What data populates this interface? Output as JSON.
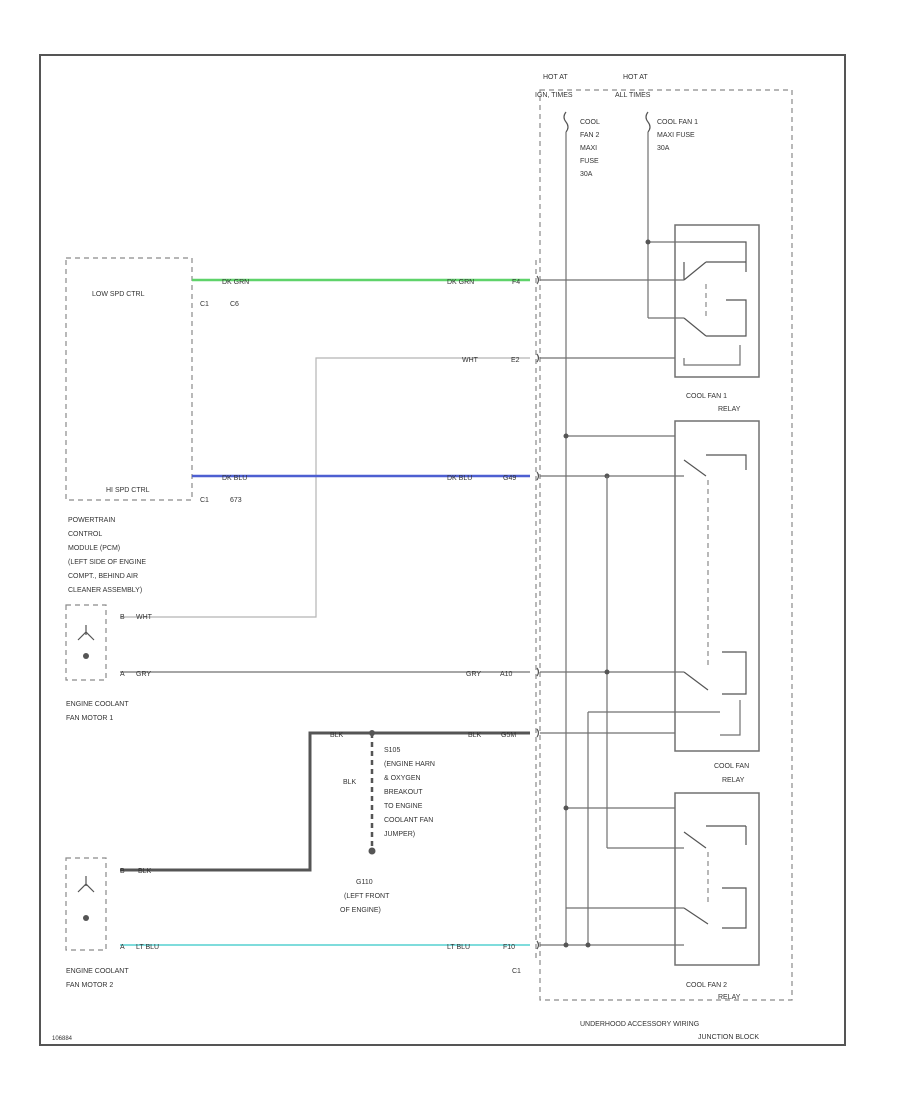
{
  "colors": {
    "wire_dk_grn": "#5fd36a",
    "wire_dk_blu": "#4d5fd1",
    "wire_lt_blu": "#7fdcdc",
    "wire_wht": "#b5b5b5",
    "wire_default": "#707070",
    "frame": "#555555"
  },
  "fuses": {
    "hot_ign_label": "HOT AT",
    "hot_ign_sub": "IGN, TIMES",
    "hot_all_label": "HOT AT",
    "hot_all_sub": "ALL TIMES",
    "fuse2": [
      "COOL",
      "FAN 2",
      "MAXI",
      "FUSE",
      "30A"
    ],
    "fuse1": [
      "COOL FAN 1",
      "MAXI FUSE",
      "30A"
    ]
  },
  "pcm": {
    "low_pin": "LOW SPD CTRL",
    "low_conn": "C1",
    "low_cav": "C6",
    "hi_pin": "HI SPD CTRL",
    "hi_conn": "C1",
    "hi_cav": "673",
    "caption": [
      "POWERTRAIN",
      "CONTROL",
      "MODULE (PCM)",
      "(LEFT SIDE OF ENGINE",
      "COMPT., BEHIND AIR",
      "CLEANER ASSEMBLY)"
    ]
  },
  "wires": {
    "dk_grn": "DK GRN",
    "dk_grn_right": "DK GRN",
    "dk_grn_right_circuit": "F4",
    "wht": "WHT",
    "wht_pin": "E2",
    "dk_blu": "DK BLU",
    "dk_blu_right": "DK BLU",
    "dk_blu_right_circuit": "G49",
    "gry": "GRY",
    "gry_right": "GRY",
    "gry_circuit": "A10",
    "blk": "BLK",
    "blk_right": "BLK",
    "blk_circuit": "G5M",
    "blk_left": "BLK",
    "blk_mid": "BLK",
    "lt_blu": "LT BLU",
    "lt_blu_right": "LT BLU",
    "lt_blu_circuit": "F10"
  },
  "motors": {
    "motor1_caption": [
      "ENGINE COOLANT",
      "FAN MOTOR 1"
    ],
    "motor2_caption": [
      "ENGINE COOLANT",
      "FAN MOTOR 2"
    ],
    "motor1_wht_pin": "B",
    "motor1_gry_pin": "A",
    "motor2_blk_pin": "B",
    "motor2_ltblu_pin": "A"
  },
  "splice": {
    "label": [
      "S105",
      "(ENGINE HARN",
      "& OXYGEN",
      "BREAKOUT",
      "TO ENGINE",
      "COOLANT FAN",
      "JUMPER)"
    ],
    "ground_label": [
      "G110",
      "(LEFT FRONT",
      "OF ENGINE)"
    ]
  },
  "relays": {
    "relay1": [
      "COOL FAN 1",
      "RELAY"
    ],
    "relay_mid": [
      "COOL FAN",
      "RELAY"
    ],
    "relay2": [
      "COOL FAN 2",
      "RELAY"
    ]
  },
  "junction": {
    "caption": [
      "UNDERHOOD ACCESSORY WIRING",
      "JUNCTION BLOCK"
    ],
    "conn_label": "C1"
  },
  "figure_code": "106884"
}
